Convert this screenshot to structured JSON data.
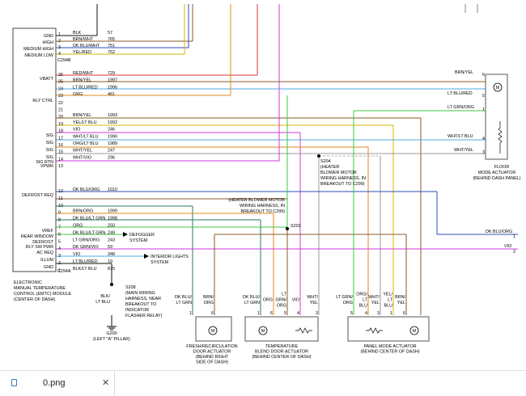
{
  "module": {
    "name_lines": [
      "ELECTRONIC",
      "MANUAL TEMPERATURE",
      "CONTROL (EMTC) MODULE",
      "(CENTER OF DASH)"
    ],
    "connector_top": "C294B",
    "connector_bottom": "C294A",
    "labels": {
      "gnd1": "GND",
      "high": "HIGH",
      "med_high": "MEDIUM HIGH",
      "med_low": "MEDIUM LOW",
      "vbatt": "VBATT",
      "rly_ctrl": "RLY CTRL",
      "sig1": "SIG",
      "sig2": "SIG",
      "sig3": "SIG",
      "sig4": "SIG",
      "sig_rtn": "SIG RTN",
      "vpwr": "VPWR",
      "defrost_req": "DEFROST REQ",
      "vref": "VREF",
      "rear_window": "REAR WINDOW",
      "defrost": "DEFROST",
      "rly_sw_pwr": "RLY SW PWR",
      "ac_req": "AC REQ",
      "illum": "ILLUM",
      "gnd2": "GND"
    }
  },
  "pins_top": [
    "1",
    "2",
    "3",
    "4"
  ],
  "pins_mid": [
    "26",
    "25",
    "24",
    "23",
    "22",
    "21",
    "20",
    "19",
    "18",
    "17",
    "16",
    "15",
    "14",
    "13"
  ],
  "pins_bot": [
    "12",
    "11",
    "10",
    "9",
    "8",
    "7",
    "6",
    "5",
    "4",
    "3",
    "2",
    "1"
  ],
  "wires_top": [
    {
      "color": "BLK",
      "circuit": "57"
    },
    {
      "color": "BRN/WHT",
      "circuit": "765"
    },
    {
      "color": "DK BLU/WHT",
      "circuit": "751"
    },
    {
      "color": "YEL/RED",
      "circuit": "752"
    }
  ],
  "wires_mid": [
    {
      "color": "RED/WHT",
      "circuit": "729"
    },
    {
      "color": "BRN/YEL",
      "circuit": "1997"
    },
    {
      "color": "LT BLU/RED",
      "circuit": "1996"
    },
    {
      "color": "ORG",
      "circuit": "461"
    },
    {
      "color": "",
      "circuit": ""
    },
    {
      "color": "",
      "circuit": ""
    },
    {
      "color": "BRN/YEL",
      "circuit": "1993"
    },
    {
      "color": "YEL/LT BLU",
      "circuit": "1992"
    },
    {
      "color": "VIO",
      "circuit": "246"
    },
    {
      "color": "WHT/LT BLU",
      "circuit": "1990"
    },
    {
      "color": "ORG/LT BLU",
      "circuit": "1989"
    },
    {
      "color": "WHT/YEL",
      "circuit": "247"
    },
    {
      "color": "WHT/VIO",
      "circuit": "296"
    },
    {
      "color": "",
      "circuit": ""
    }
  ],
  "wires_bot": [
    {
      "color": "DK BLU/ORG",
      "circuit": "1010"
    },
    {
      "color": "",
      "circuit": ""
    },
    {
      "color": "",
      "circuit": ""
    },
    {
      "color": "BRN/ORG",
      "circuit": "1999"
    },
    {
      "color": "DK BLU/LT GRN",
      "circuit": "1998"
    },
    {
      "color": "ORG",
      "circuit": "250"
    },
    {
      "color": "DK BLU/LT GRN",
      "circuit": "249"
    },
    {
      "color": "LT GRN/ORG",
      "circuit": "243"
    },
    {
      "color": "DK GRN/VIO",
      "circuit": "59"
    },
    {
      "color": "VIO",
      "circuit": "348"
    },
    {
      "color": "LT BLU/RED",
      "circuit": "19"
    },
    {
      "color": "BLK/LT BLU",
      "circuit": "875"
    }
  ],
  "arrows": {
    "defogger": [
      "DEFOGGER",
      "SYSTEM"
    ],
    "interior": [
      "INTERIOR LIGHTS",
      "SYSTEM"
    ]
  },
  "splices": {
    "s204": [
      "S204",
      "(HEATER",
      "BLOWER MOTOR",
      "WIRING HARNESS, IN",
      "BREAKOUT TO C299)"
    ],
    "s202": [
      "(HEATER BLOWER MOTOR",
      "WIRING HARNESS, IN",
      "BREAKOUT TO C299)"
    ],
    "s202_id": "S202",
    "s208": [
      "S208",
      "(MAIN WIRING",
      "HARNESS, NEAR",
      "BREAKOUT TO",
      "INDICATOR",
      "FLASHER RELAY)"
    ],
    "s208_wire": [
      "BLK/",
      "LT BLU"
    ],
    "g200": [
      "G200",
      "(LEFT \"A\" PILLAR)"
    ]
  },
  "floor_actuator": {
    "wires": [
      "BRN/YEL",
      "LT BLU/RED",
      "LT GRN/ORG",
      "WHT/LT BLU",
      "WHT/YEL"
    ],
    "pins": [
      "6",
      "5",
      "1",
      "4",
      "3"
    ],
    "title": [
      "FLOOR",
      "MODE ACTUATOR",
      "(BEHIND DASH PANEL)"
    ]
  },
  "right_edge": {
    "w1": "DK BLU/ORG",
    "p1": "1",
    "w2": "VIO",
    "p2": "2"
  },
  "bottom_actuators": {
    "fresh": {
      "wires": [
        [
          "DK BLU/",
          "LT GRN"
        ],
        [
          "BRN/",
          "ORG"
        ]
      ],
      "pins": [
        "1",
        "6"
      ],
      "title": [
        "FRESH/RECIRCULATION",
        "DOOR ACTUATOR",
        "(BEHIND RIGHT",
        "SIDE OF DASH)"
      ]
    },
    "temp": {
      "wires": [
        [
          "DK BLU/",
          "LT GRN"
        ],
        [
          "ORG"
        ],
        [
          "LT",
          "GRN/",
          "ORG"
        ],
        [
          "VIO"
        ],
        [
          "WHT/",
          "YEL"
        ]
      ],
      "pins": [
        "1",
        "6",
        "5",
        "4",
        "3"
      ],
      "title": [
        "TEMPERATURE",
        "BLEND DOOR ACTUATOR",
        "(BEHIND CENTER OF DASH)"
      ]
    },
    "panel": {
      "wires": [
        [
          "LT GRN/",
          "ORG"
        ],
        [
          "ORG/",
          "LT",
          "BLU"
        ],
        [
          "WHT/",
          "YEL"
        ],
        [
          "YEL/",
          "LT",
          "BLU"
        ],
        [
          "BRN/",
          "YEL"
        ]
      ],
      "pins": [
        "5",
        "4",
        "3",
        "1",
        "6"
      ],
      "title": [
        "PANEL MODE ACTUATOR",
        "(BEHIND CENTER OF DASH)"
      ]
    },
    "motor": "M"
  },
  "taskbar": {
    "file_name": "0.png",
    "close": "✕"
  },
  "colors": {
    "brn": "#8a5a2b",
    "dkblu": "#2b4fb8",
    "yel": "#d4b800",
    "org": "#e08a1e",
    "ltblu": "#4fa8e0",
    "grn": "#3cc93c",
    "vio": "#d23ad8",
    "wht": "#9a9a9a",
    "red": "#d43a3a",
    "dkgrn": "#2a7a5a",
    "blk": "#111111",
    "gray": "#555555"
  }
}
